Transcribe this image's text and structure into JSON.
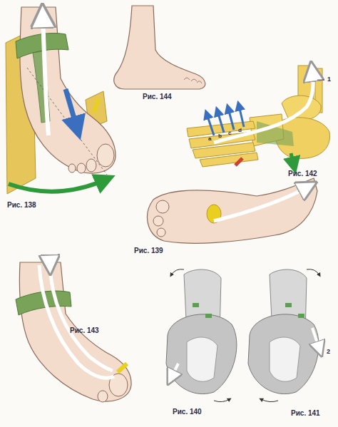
{
  "diagram": {
    "labels": [
      "Рис. 138",
      "Рис. 144",
      "Рис. 142",
      "1",
      "a",
      "b",
      "c",
      "d",
      "Рис. 139",
      "Рис. 143",
      "Рис. 140",
      "Рис. 141",
      "2"
    ]
  }
}
